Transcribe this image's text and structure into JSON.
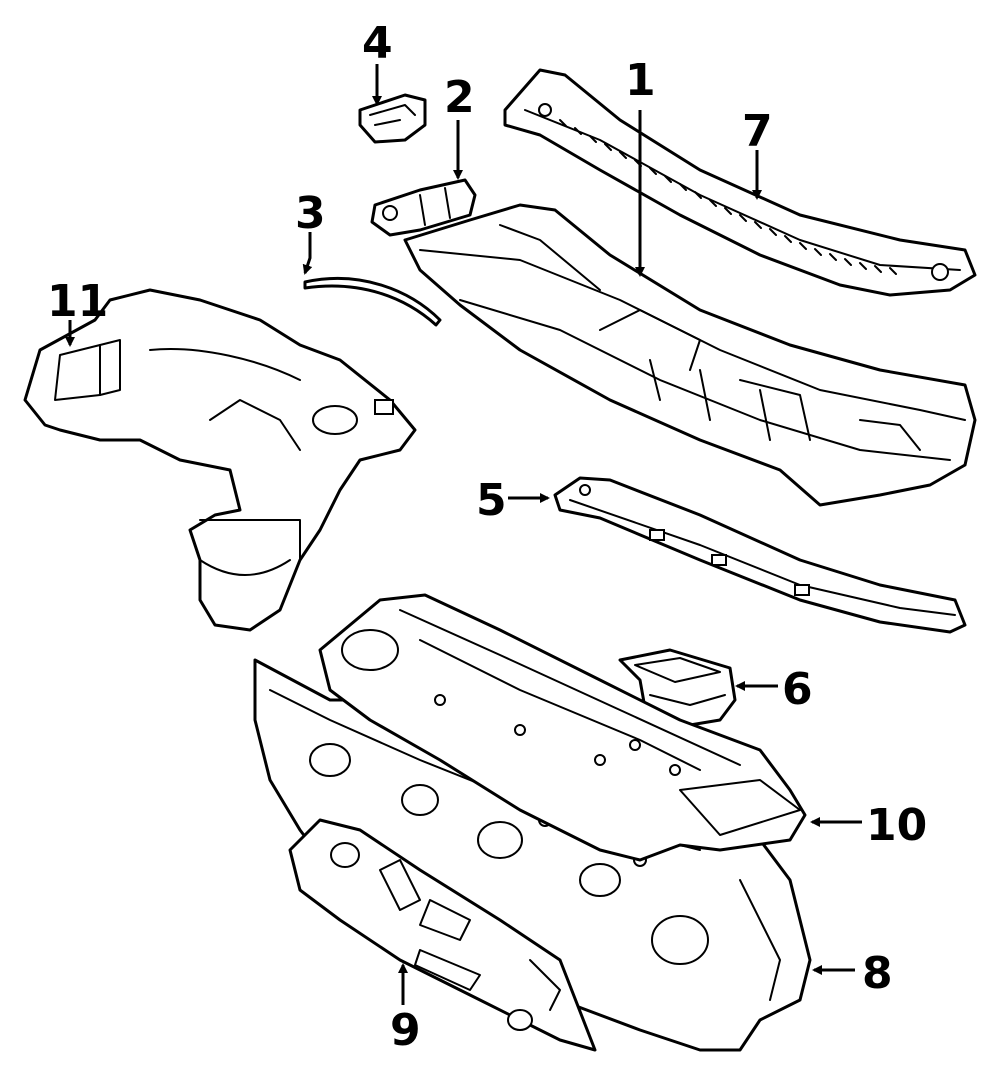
{
  "diagram": {
    "ink_color": "#000000",
    "paper_color": "#ffffff",
    "callouts": [
      {
        "id": "c1",
        "label": "1"
      },
      {
        "id": "c2",
        "label": "2"
      },
      {
        "id": "c3",
        "label": "3"
      },
      {
        "id": "c4",
        "label": "4"
      },
      {
        "id": "c5",
        "label": "5"
      },
      {
        "id": "c6",
        "label": "6"
      },
      {
        "id": "c7",
        "label": "7"
      },
      {
        "id": "c8",
        "label": "8"
      },
      {
        "id": "c9",
        "label": "9"
      },
      {
        "id": "c10",
        "label": "10"
      },
      {
        "id": "c11",
        "label": "11"
      }
    ]
  }
}
